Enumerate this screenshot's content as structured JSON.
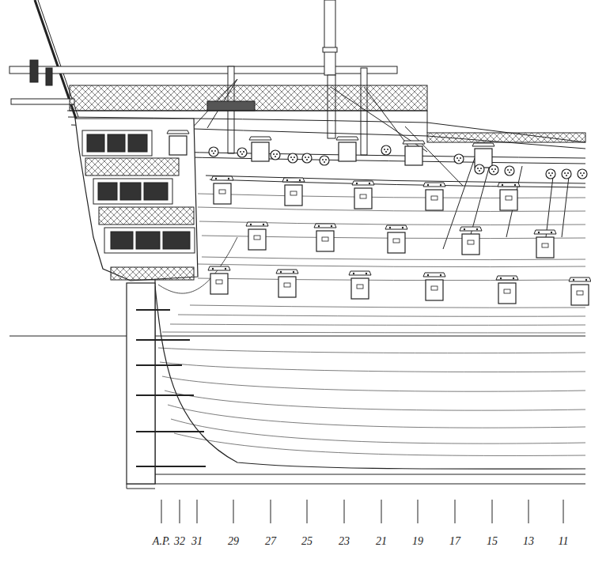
{
  "diagram": {
    "labels": [
      "A.P.",
      "32",
      "31",
      "29",
      "27",
      "25",
      "23",
      "21",
      "19",
      "17",
      "15",
      "13",
      "11"
    ]
  }
}
